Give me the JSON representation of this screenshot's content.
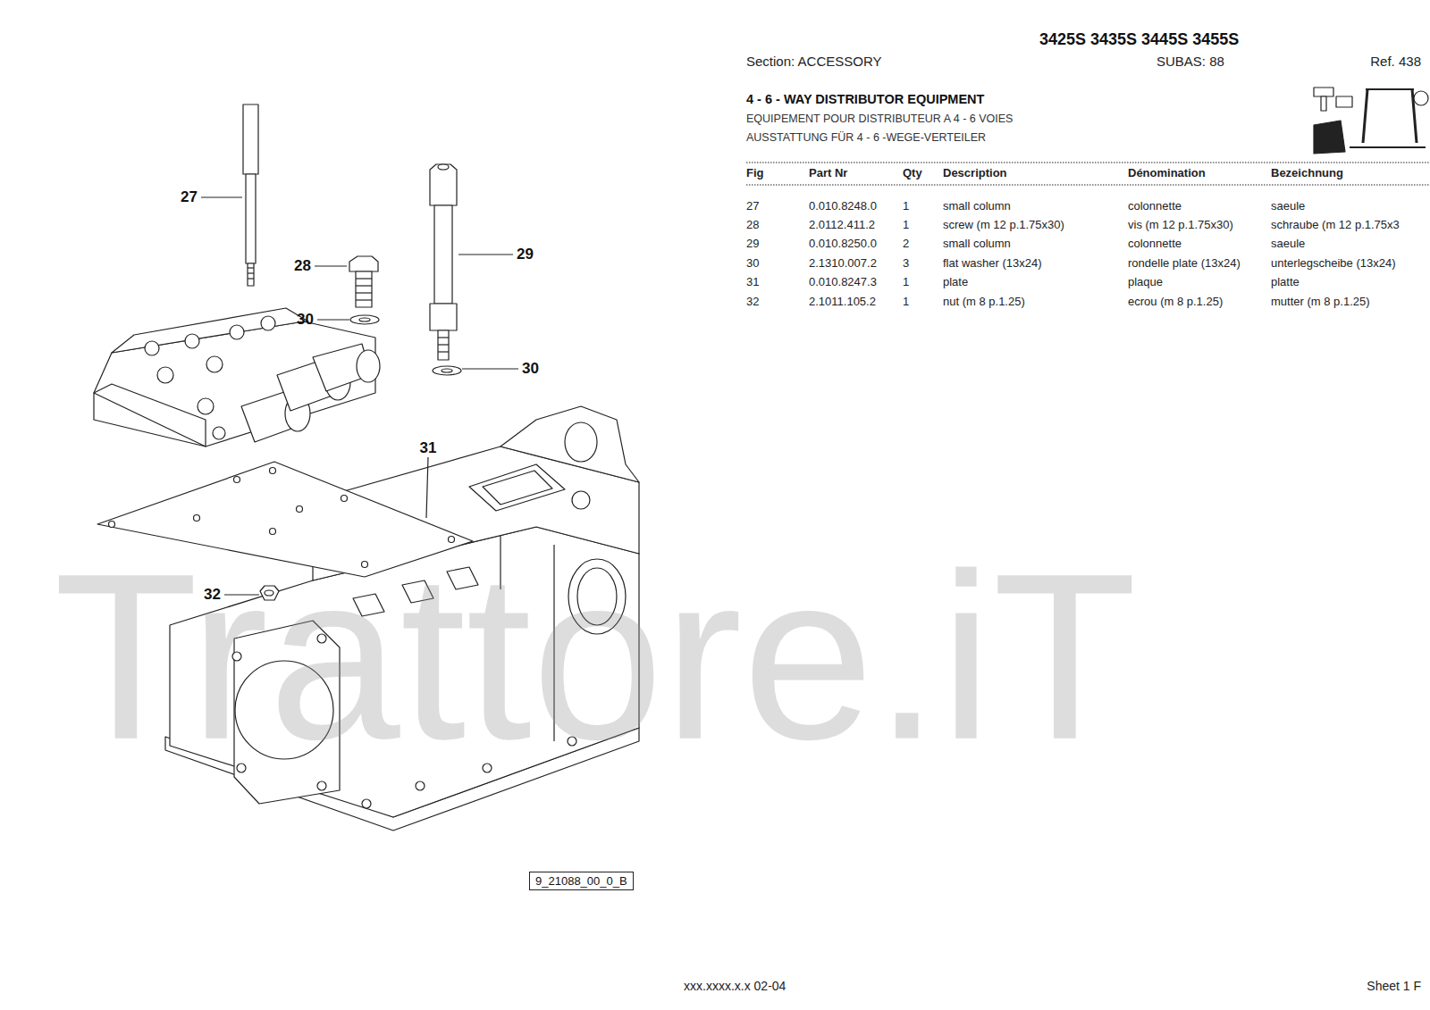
{
  "diagram": {
    "title": "4 - 6 - WAY DISTRIBUTOR EQUIPMENT",
    "nodes": [
      {
        "text": [
          "9_21088_00_0_B"
        ]
      }
    ],
    "labels": [
      "3425S 3435S 3445S 3455S",
      "Section: ACCESSORY",
      "SUBAS: 88",
      "Ref. 438",
      "EQUIPEMENT POUR DISTRIBUTEUR A 4 - 6 VOIES",
      "AUSSTATTUNG FÜR 4 - 6 -WEGE-VERTEILER",
      "Fig",
      "Part Nr",
      "Qty",
      "Description",
      "Dénomination",
      "Bezeichnung",
      "27",
      "0.010.8248.0",
      "1",
      "small column",
      "colonnette",
      "saeule",
      "28",
      "2.0112.411.2",
      "1",
      "screw (m 12 p.1.75x30)",
      "vis (m 12 p.1.75x30)",
      "schraube (m 12 p.1.75x3",
      "29",
      "0.010.8250.0",
      "2",
      "small column",
      "colonnette",
      "saeule",
      "30",
      "2.1310.007.2",
      "3",
      "flat washer (13x24)",
      "rondelle plate (13x24)",
      "unterlegscheibe (13x24)",
      "31",
      "0.010.8247.3",
      "1",
      "plate",
      "plaque",
      "platte",
      "32",
      "2.1011.105.2",
      "1",
      "nut (m 8 p.1.25)",
      "ecrou (m 8 p.1.25)",
      "mutter (m 8 p.1.25)",
      "27",
      "28",
      "30",
      "29",
      "30",
      "31",
      "32",
      "Trattore.iT",
      "xxx.xxxx.x.x 02-04",
      "Sheet 1 F"
    ]
  }
}
